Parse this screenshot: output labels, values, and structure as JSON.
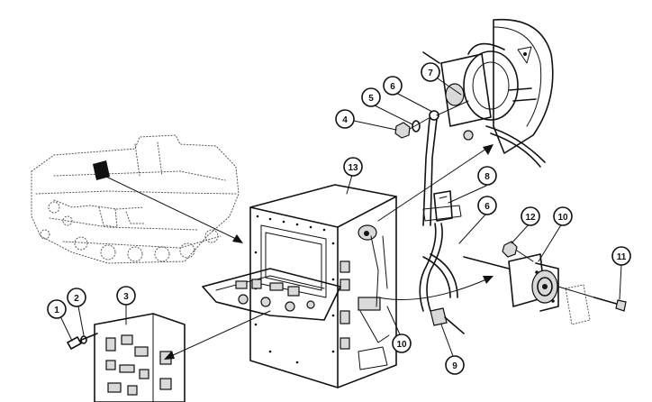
{
  "callouts": [
    {
      "label": "1"
    },
    {
      "label": "2"
    },
    {
      "label": "3"
    },
    {
      "label": "4"
    },
    {
      "label": "5"
    },
    {
      "label": "6"
    },
    {
      "label": "7"
    },
    {
      "label": "8"
    },
    {
      "label": "6"
    },
    {
      "label": "12"
    },
    {
      "label": "10"
    },
    {
      "label": "11"
    },
    {
      "label": "13"
    },
    {
      "label": "10"
    },
    {
      "label": "9"
    }
  ]
}
